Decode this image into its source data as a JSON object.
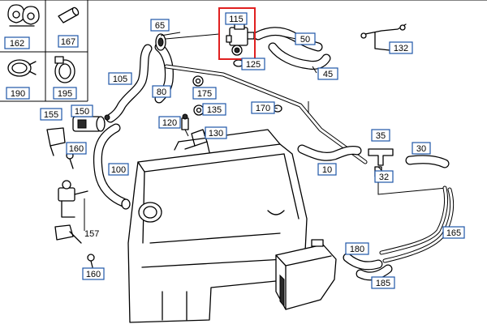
{
  "diagram": {
    "highlight_color": "#e02020",
    "callout_border_color": "#1f56a8",
    "highlighted_callout": "115",
    "callouts": [
      {
        "id": "c162",
        "label": "162"
      },
      {
        "id": "c167",
        "label": "167"
      },
      {
        "id": "c190",
        "label": "190"
      },
      {
        "id": "c195",
        "label": "195"
      },
      {
        "id": "c65",
        "label": "65"
      },
      {
        "id": "c115",
        "label": "115"
      },
      {
        "id": "c125",
        "label": "125"
      },
      {
        "id": "c50",
        "label": "50"
      },
      {
        "id": "c45",
        "label": "45"
      },
      {
        "id": "c132",
        "label": "132"
      },
      {
        "id": "c105",
        "label": "105"
      },
      {
        "id": "c80",
        "label": "80"
      },
      {
        "id": "c175",
        "label": "175"
      },
      {
        "id": "c135",
        "label": "135"
      },
      {
        "id": "c170",
        "label": "170"
      },
      {
        "id": "c155",
        "label": "155"
      },
      {
        "id": "c150",
        "label": "150"
      },
      {
        "id": "c120",
        "label": "120"
      },
      {
        "id": "c130",
        "label": "130"
      },
      {
        "id": "c160a",
        "label": "160"
      },
      {
        "id": "c100",
        "label": "100"
      },
      {
        "id": "c35",
        "label": "35"
      },
      {
        "id": "c30",
        "label": "30"
      },
      {
        "id": "c10",
        "label": "10"
      },
      {
        "id": "c32",
        "label": "32"
      },
      {
        "id": "c165",
        "label": "165"
      },
      {
        "id": "c180",
        "label": "180"
      },
      {
        "id": "c185",
        "label": "185"
      },
      {
        "id": "c160b",
        "label": "160"
      }
    ],
    "plain_labels": [
      {
        "id": "t157",
        "label": "157"
      }
    ]
  }
}
